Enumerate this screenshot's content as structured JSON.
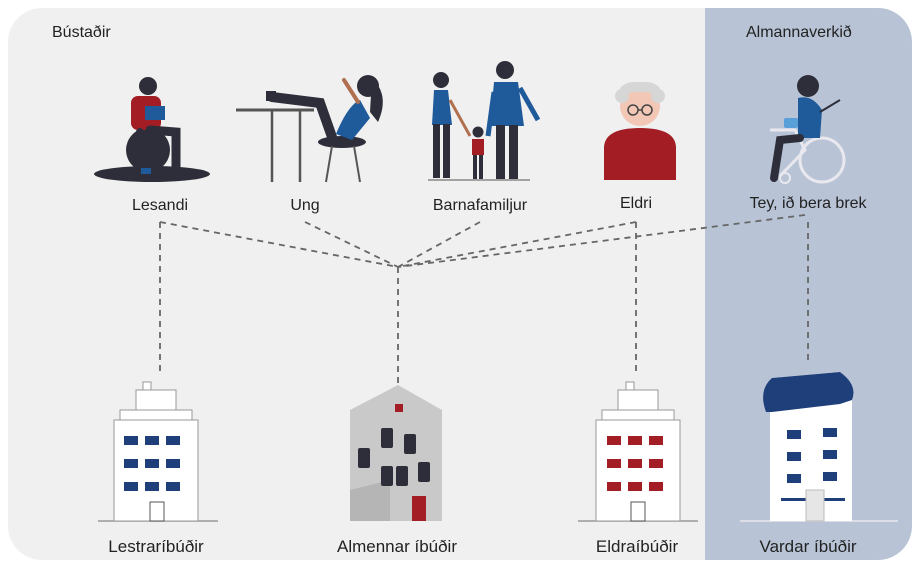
{
  "sections": {
    "left_title": "Bústaðir",
    "right_title": "Almannaverkið"
  },
  "groups": [
    {
      "id": "lesandi",
      "label": "Lesandi"
    },
    {
      "id": "ung",
      "label": "Ung"
    },
    {
      "id": "barnafamiljur",
      "label": "Barnafamiljur"
    },
    {
      "id": "eldri",
      "label": "Eldri"
    },
    {
      "id": "tey",
      "label": "Tey, ið bera brek"
    }
  ],
  "housing": [
    {
      "id": "lestraribudir",
      "label": "Lestraríbúðir"
    },
    {
      "id": "almennar",
      "label": "Almennar íbúðir"
    },
    {
      "id": "eldraibudir",
      "label": "Eldraíbúðir"
    },
    {
      "id": "vardar",
      "label": "Vardar íbúðir"
    }
  ],
  "colors": {
    "left_panel": "#f0f0f0",
    "right_panel": "#b8c4d6",
    "navy": "#1f3f7a",
    "red": "#a31d24",
    "dark": "#2e2e3a",
    "grey_building": "#c9c9c9"
  }
}
